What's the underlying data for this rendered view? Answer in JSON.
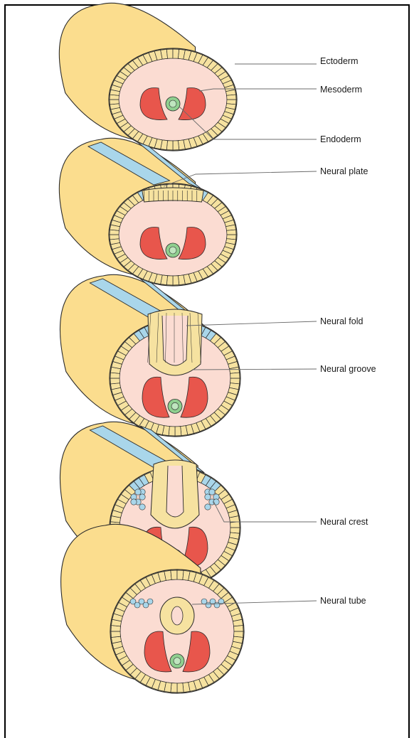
{
  "labels": {
    "ectoderm": "Ectoderm",
    "mesoderm": "Mesoderm",
    "endoderm": "Endoderm",
    "neural_plate": "Neural plate",
    "neural_fold": "Neural fold",
    "neural_groove": "Neural groove",
    "neural_crest": "Neural crest",
    "neural_tube": "Neural tube"
  },
  "colors": {
    "yellow_tissue": "#fbdd8e",
    "cell_fill": "#f6e2a0",
    "interior": "#fbdcd2",
    "mesoderm": "#e8564c",
    "endoderm": "#8fcf8f",
    "neural_blue": "#a9d6ea",
    "outline": "#2b2b2b"
  }
}
